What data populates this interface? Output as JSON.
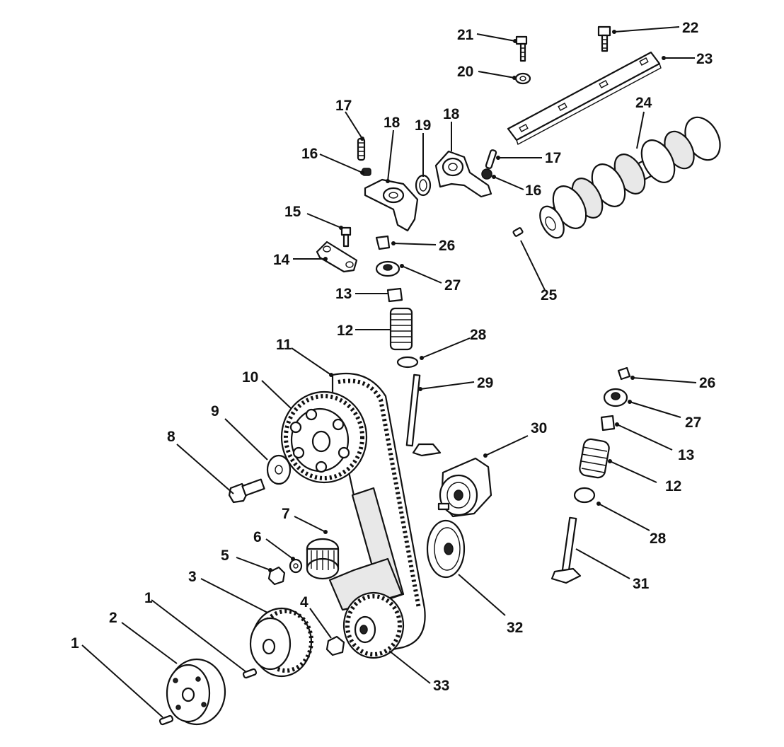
{
  "callouts": [
    {
      "id": "c1a",
      "text": "1"
    },
    {
      "id": "c1b",
      "text": "1"
    },
    {
      "id": "c2",
      "text": "2"
    },
    {
      "id": "c3",
      "text": "3"
    },
    {
      "id": "c4",
      "text": "4"
    },
    {
      "id": "c5",
      "text": "5"
    },
    {
      "id": "c6",
      "text": "6"
    },
    {
      "id": "c7",
      "text": "7"
    },
    {
      "id": "c8",
      "text": "8"
    },
    {
      "id": "c9",
      "text": "9"
    },
    {
      "id": "c10",
      "text": "10"
    },
    {
      "id": "c11",
      "text": "11"
    },
    {
      "id": "c12a",
      "text": "12"
    },
    {
      "id": "c12b",
      "text": "12"
    },
    {
      "id": "c13a",
      "text": "13"
    },
    {
      "id": "c13b",
      "text": "13"
    },
    {
      "id": "c14",
      "text": "14"
    },
    {
      "id": "c15",
      "text": "15"
    },
    {
      "id": "c16a",
      "text": "16"
    },
    {
      "id": "c16b",
      "text": "16"
    },
    {
      "id": "c17a",
      "text": "17"
    },
    {
      "id": "c17b",
      "text": "17"
    },
    {
      "id": "c18a",
      "text": "18"
    },
    {
      "id": "c18b",
      "text": "18"
    },
    {
      "id": "c19",
      "text": "19"
    },
    {
      "id": "c20",
      "text": "20"
    },
    {
      "id": "c21",
      "text": "21"
    },
    {
      "id": "c22",
      "text": "22"
    },
    {
      "id": "c23",
      "text": "23"
    },
    {
      "id": "c24",
      "text": "24"
    },
    {
      "id": "c25",
      "text": "25"
    },
    {
      "id": "c26a",
      "text": "26"
    },
    {
      "id": "c26b",
      "text": "26"
    },
    {
      "id": "c27a",
      "text": "27"
    },
    {
      "id": "c27b",
      "text": "27"
    },
    {
      "id": "c28a",
      "text": "28"
    },
    {
      "id": "c28b",
      "text": "28"
    },
    {
      "id": "c29",
      "text": "29"
    },
    {
      "id": "c30",
      "text": "30"
    },
    {
      "id": "c31",
      "text": "31"
    },
    {
      "id": "c32",
      "text": "32"
    },
    {
      "id": "c33",
      "text": "33"
    }
  ]
}
